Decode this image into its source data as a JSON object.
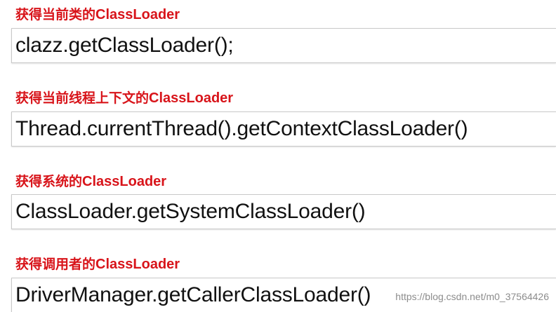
{
  "sections": [
    {
      "heading_prefix": "获得当前类的",
      "heading_keyword": "ClassLoader",
      "code": "clazz.getClassLoader();"
    },
    {
      "heading_prefix": "获得当前线程上下文的",
      "heading_keyword": "ClassLoader",
      "code": "Thread.currentThread().getContextClassLoader()"
    },
    {
      "heading_prefix": "获得系统的",
      "heading_keyword": "ClassLoader",
      "code": "ClassLoader.getSystemClassLoader()"
    },
    {
      "heading_prefix": "获得调用者的",
      "heading_keyword": "ClassLoader",
      "code": "DriverManager.getCallerClassLoader()"
    }
  ],
  "watermark": "https://blog.csdn.net/m0_37564426",
  "colors": {
    "heading": "#d8141a",
    "code_text": "#111111",
    "box_border": "#c9c9c9"
  }
}
